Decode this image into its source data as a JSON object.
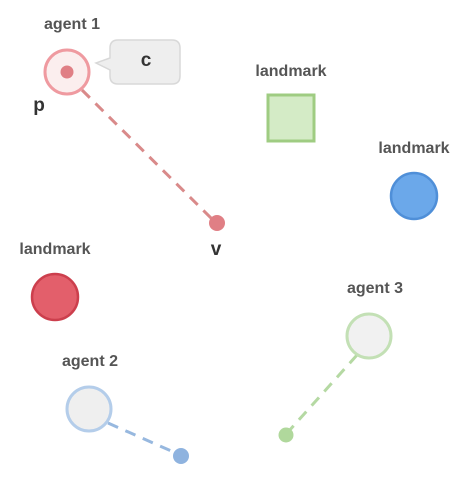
{
  "agents": [
    {
      "label": "agent 1",
      "color": "#e08888"
    },
    {
      "label": "agent 2",
      "color": "#a9c1e3"
    },
    {
      "label": "agent 3",
      "color": "#b6d8a8"
    }
  ],
  "landmarks": [
    {
      "label": "landmark",
      "shape": "square",
      "color": "#a7d48f"
    },
    {
      "label": "landmark",
      "shape": "circle",
      "color": "#5b9ee6"
    },
    {
      "label": "landmark",
      "shape": "circle",
      "color": "#e25b67"
    }
  ],
  "annotations": {
    "position": "p",
    "velocity": "v",
    "communication": "c"
  }
}
